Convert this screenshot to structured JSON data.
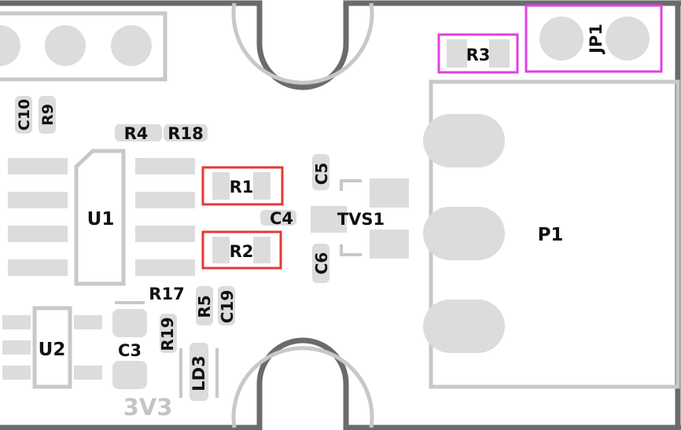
{
  "board": {
    "background": "#ffffff",
    "colors": {
      "outline": "#6b6b6b",
      "silk": "#c8c8c8",
      "pad": "#dcdcdc",
      "label": "#111111",
      "dim_label": "#c4c4c4",
      "highlight_red": "#e53935",
      "highlight_magenta": "#e040e0"
    },
    "labels": {
      "c10": "C10",
      "r9": "R9",
      "r4": "R4",
      "r18": "R18",
      "u1": "U1",
      "r1": "R1",
      "r2": "R2",
      "c5": "C5",
      "c4": "C4",
      "tvs1": "TVS1",
      "c6": "C6",
      "r3": "R3",
      "jp1": "JP1",
      "p1": "P1",
      "r17": "R17",
      "r5": "R5",
      "c19": "C19",
      "r19": "R19",
      "u2": "U2",
      "c3": "C3",
      "ld3": "LD3",
      "net_3v3": "3V3"
    }
  }
}
